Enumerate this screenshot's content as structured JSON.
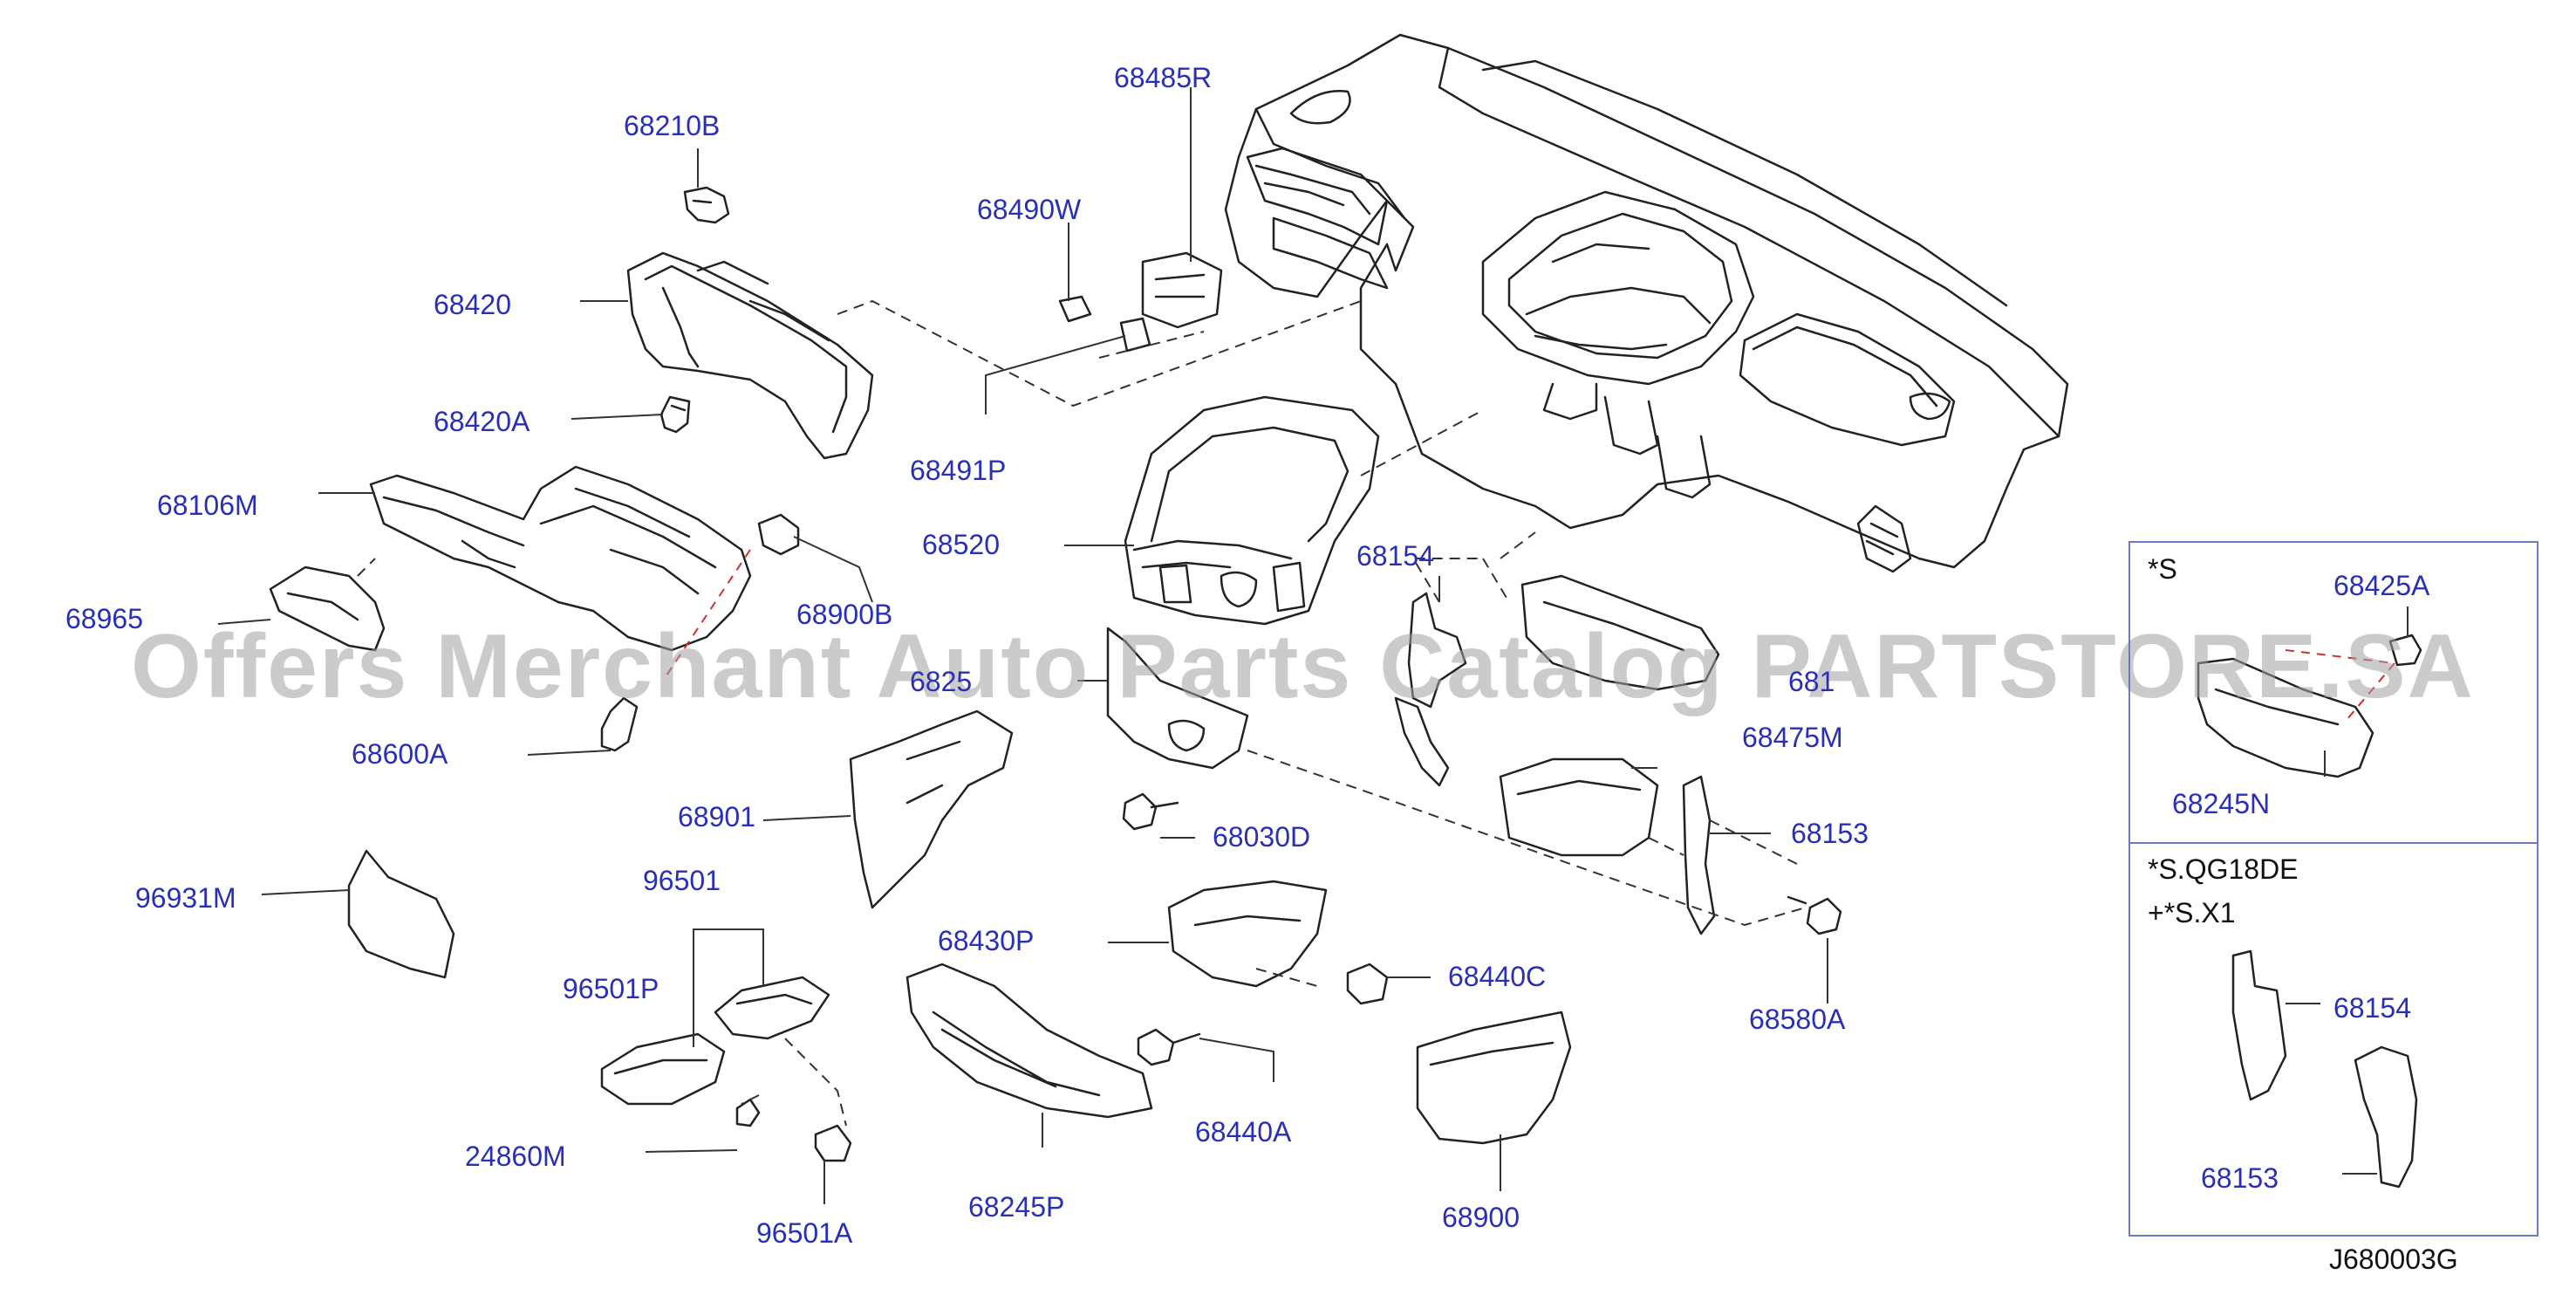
{
  "diagram": {
    "callouts": [
      {
        "key": "c_68210B",
        "text": "68210B"
      },
      {
        "key": "c_68420",
        "text": "68420"
      },
      {
        "key": "c_68420A",
        "text": "68420A"
      },
      {
        "key": "c_68106M",
        "text": "68106M"
      },
      {
        "key": "c_68965",
        "text": "68965"
      },
      {
        "key": "c_68900B",
        "text": "68900B"
      },
      {
        "key": "c_68600A",
        "text": "68600A"
      },
      {
        "key": "c_96931M",
        "text": "96931M"
      },
      {
        "key": "c_96501",
        "text": "96501"
      },
      {
        "key": "c_96501P",
        "text": "96501P"
      },
      {
        "key": "c_24860M",
        "text": "24860M"
      },
      {
        "key": "c_96501A",
        "text": "96501A"
      },
      {
        "key": "c_68485R",
        "text": "68485R"
      },
      {
        "key": "c_68490W",
        "text": "68490W"
      },
      {
        "key": "c_68491P",
        "text": "68491P"
      },
      {
        "key": "c_68520",
        "text": "68520"
      },
      {
        "key": "c_68901",
        "text": "68901"
      },
      {
        "key": "c_68030D",
        "text": "68030D"
      },
      {
        "key": "c_68430P",
        "text": "68430P"
      },
      {
        "key": "c_68245P",
        "text": "68245P"
      },
      {
        "key": "c_68440A",
        "text": "68440A"
      },
      {
        "key": "c_68440C",
        "text": "68440C"
      },
      {
        "key": "c_68900",
        "text": "68900"
      },
      {
        "key": "c_68154",
        "text": "68154"
      },
      {
        "key": "c_68475M",
        "text": "68475M"
      },
      {
        "key": "c_68153",
        "text": "68153"
      },
      {
        "key": "c_68580A",
        "text": "68580A"
      },
      {
        "key": "c_68425A",
        "text": "68425A"
      },
      {
        "key": "c_68245N",
        "text": "68245N"
      },
      {
        "key": "c_68154b",
        "text": "68154"
      },
      {
        "key": "c_68153b",
        "text": "68153"
      }
    ],
    "partial_labels": {
      "left": "6825",
      "right": "681"
    },
    "inset_notes": {
      "top": "*S",
      "bottom_line1": "*S.QG18DE",
      "bottom_line2": "+*S.X1"
    },
    "diagram_code": "J680003G",
    "watermark": "Offers Merchant Auto Parts Catalog PARTSTORE.SA",
    "colors": {
      "label": "#2a2fb8",
      "line": "#222222",
      "panel_border": "#6f78c8",
      "watermark": "#a0a0a0",
      "accent_dash": "#d03030"
    }
  }
}
